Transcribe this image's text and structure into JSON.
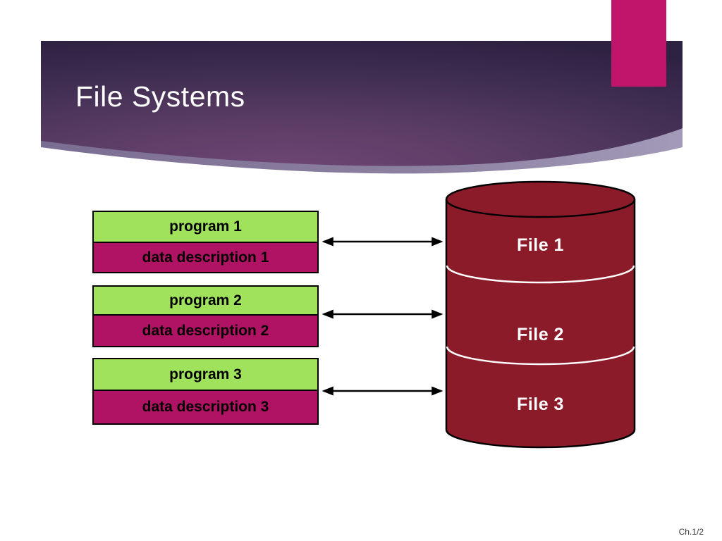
{
  "slide": {
    "title": "File Systems",
    "footer": "Ch.1/2"
  },
  "diagram": {
    "pairs": [
      {
        "program": "program 1",
        "data_description": "data description 1"
      },
      {
        "program": "program 2",
        "data_description": "data description 2"
      },
      {
        "program": "program 3",
        "data_description": "data description 3"
      }
    ],
    "files": [
      "File 1",
      "File 2",
      "File 3"
    ]
  },
  "colors": {
    "header_purple_dark": "#2e2243",
    "header_purple_light": "#6e4674",
    "header_swoosh": "#9a8fb0",
    "accent_pink": "#c0156b",
    "program_green": "#a0e25c",
    "data_magenta": "#b01363",
    "cylinder_red": "#8c1b29",
    "arrow_black": "#000000",
    "title_white": "#ffffff"
  }
}
